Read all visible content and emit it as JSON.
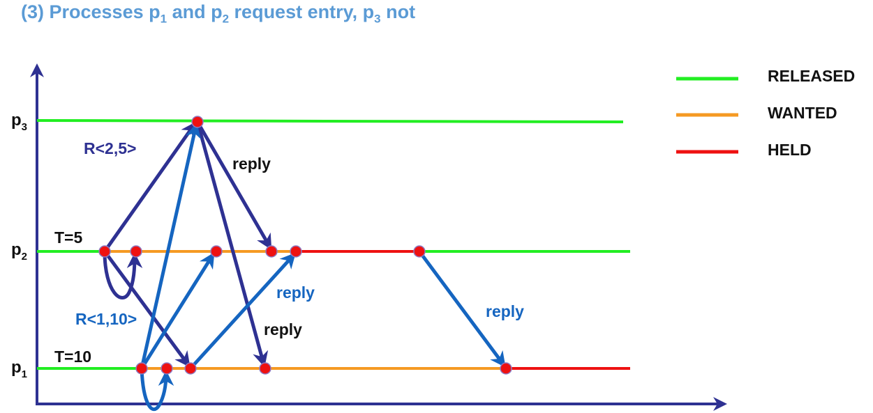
{
  "title": {
    "prefix": "(3) Processes p",
    "sub1": "1",
    "and": " and p",
    "sub2": "2",
    "middle": "  request entry, p",
    "sub3": "3",
    "suffix": " not"
  },
  "processes": {
    "p3": {
      "label": "p",
      "sub": "3"
    },
    "p2": {
      "label": "p",
      "sub": "2",
      "timestamp": "T=5"
    },
    "p1": {
      "label": "p",
      "sub": "1",
      "timestamp": "T=10"
    }
  },
  "messages": {
    "r25": "R<2,5>",
    "r110": "R<1,10>",
    "reply_p3_to_p2": "reply",
    "reply_p1_to_p2": "reply",
    "reply_p3_to_p1": "reply",
    "reply_p2_to_p1": "reply"
  },
  "legend": {
    "released": "RELEASED",
    "wanted": "WANTED",
    "held": "HELD"
  },
  "colors": {
    "released": "#22ee22",
    "wanted": "#f59a23",
    "held": "#ee1111",
    "axis": "#2e3192",
    "p2_messages": "#2e3192",
    "p1_messages": "#1565c0",
    "event_dot": "#ee1111"
  }
}
